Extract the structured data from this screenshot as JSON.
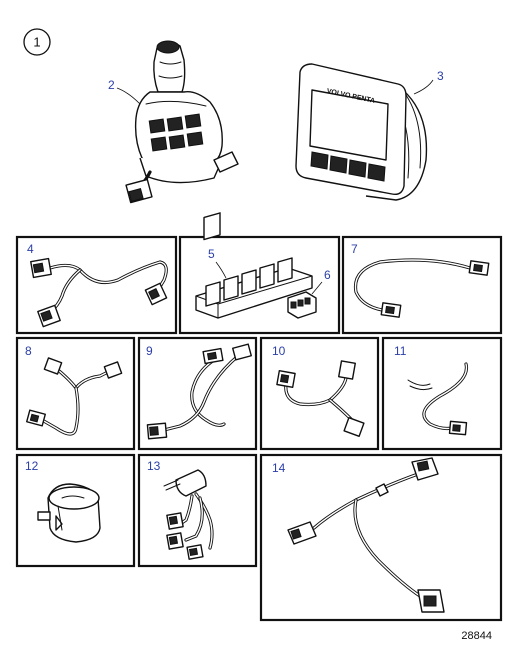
{
  "figure": {
    "group_number": "1",
    "reference_number": "28844"
  },
  "items": [
    {
      "id": "2",
      "label": "2"
    },
    {
      "id": "3",
      "label": "3"
    },
    {
      "id": "4",
      "label": "4"
    },
    {
      "id": "5",
      "label": "5"
    },
    {
      "id": "6",
      "label": "6"
    },
    {
      "id": "7",
      "label": "7"
    },
    {
      "id": "8",
      "label": "8"
    },
    {
      "id": "9",
      "label": "9"
    },
    {
      "id": "10",
      "label": "10"
    },
    {
      "id": "11",
      "label": "11"
    },
    {
      "id": "12",
      "label": "12"
    },
    {
      "id": "13",
      "label": "13"
    },
    {
      "id": "14",
      "label": "14"
    }
  ],
  "display": {
    "brand_text": "VOLVO PENTA"
  },
  "colors": {
    "label_blue": "#2b3fa8",
    "line": "#111111"
  }
}
